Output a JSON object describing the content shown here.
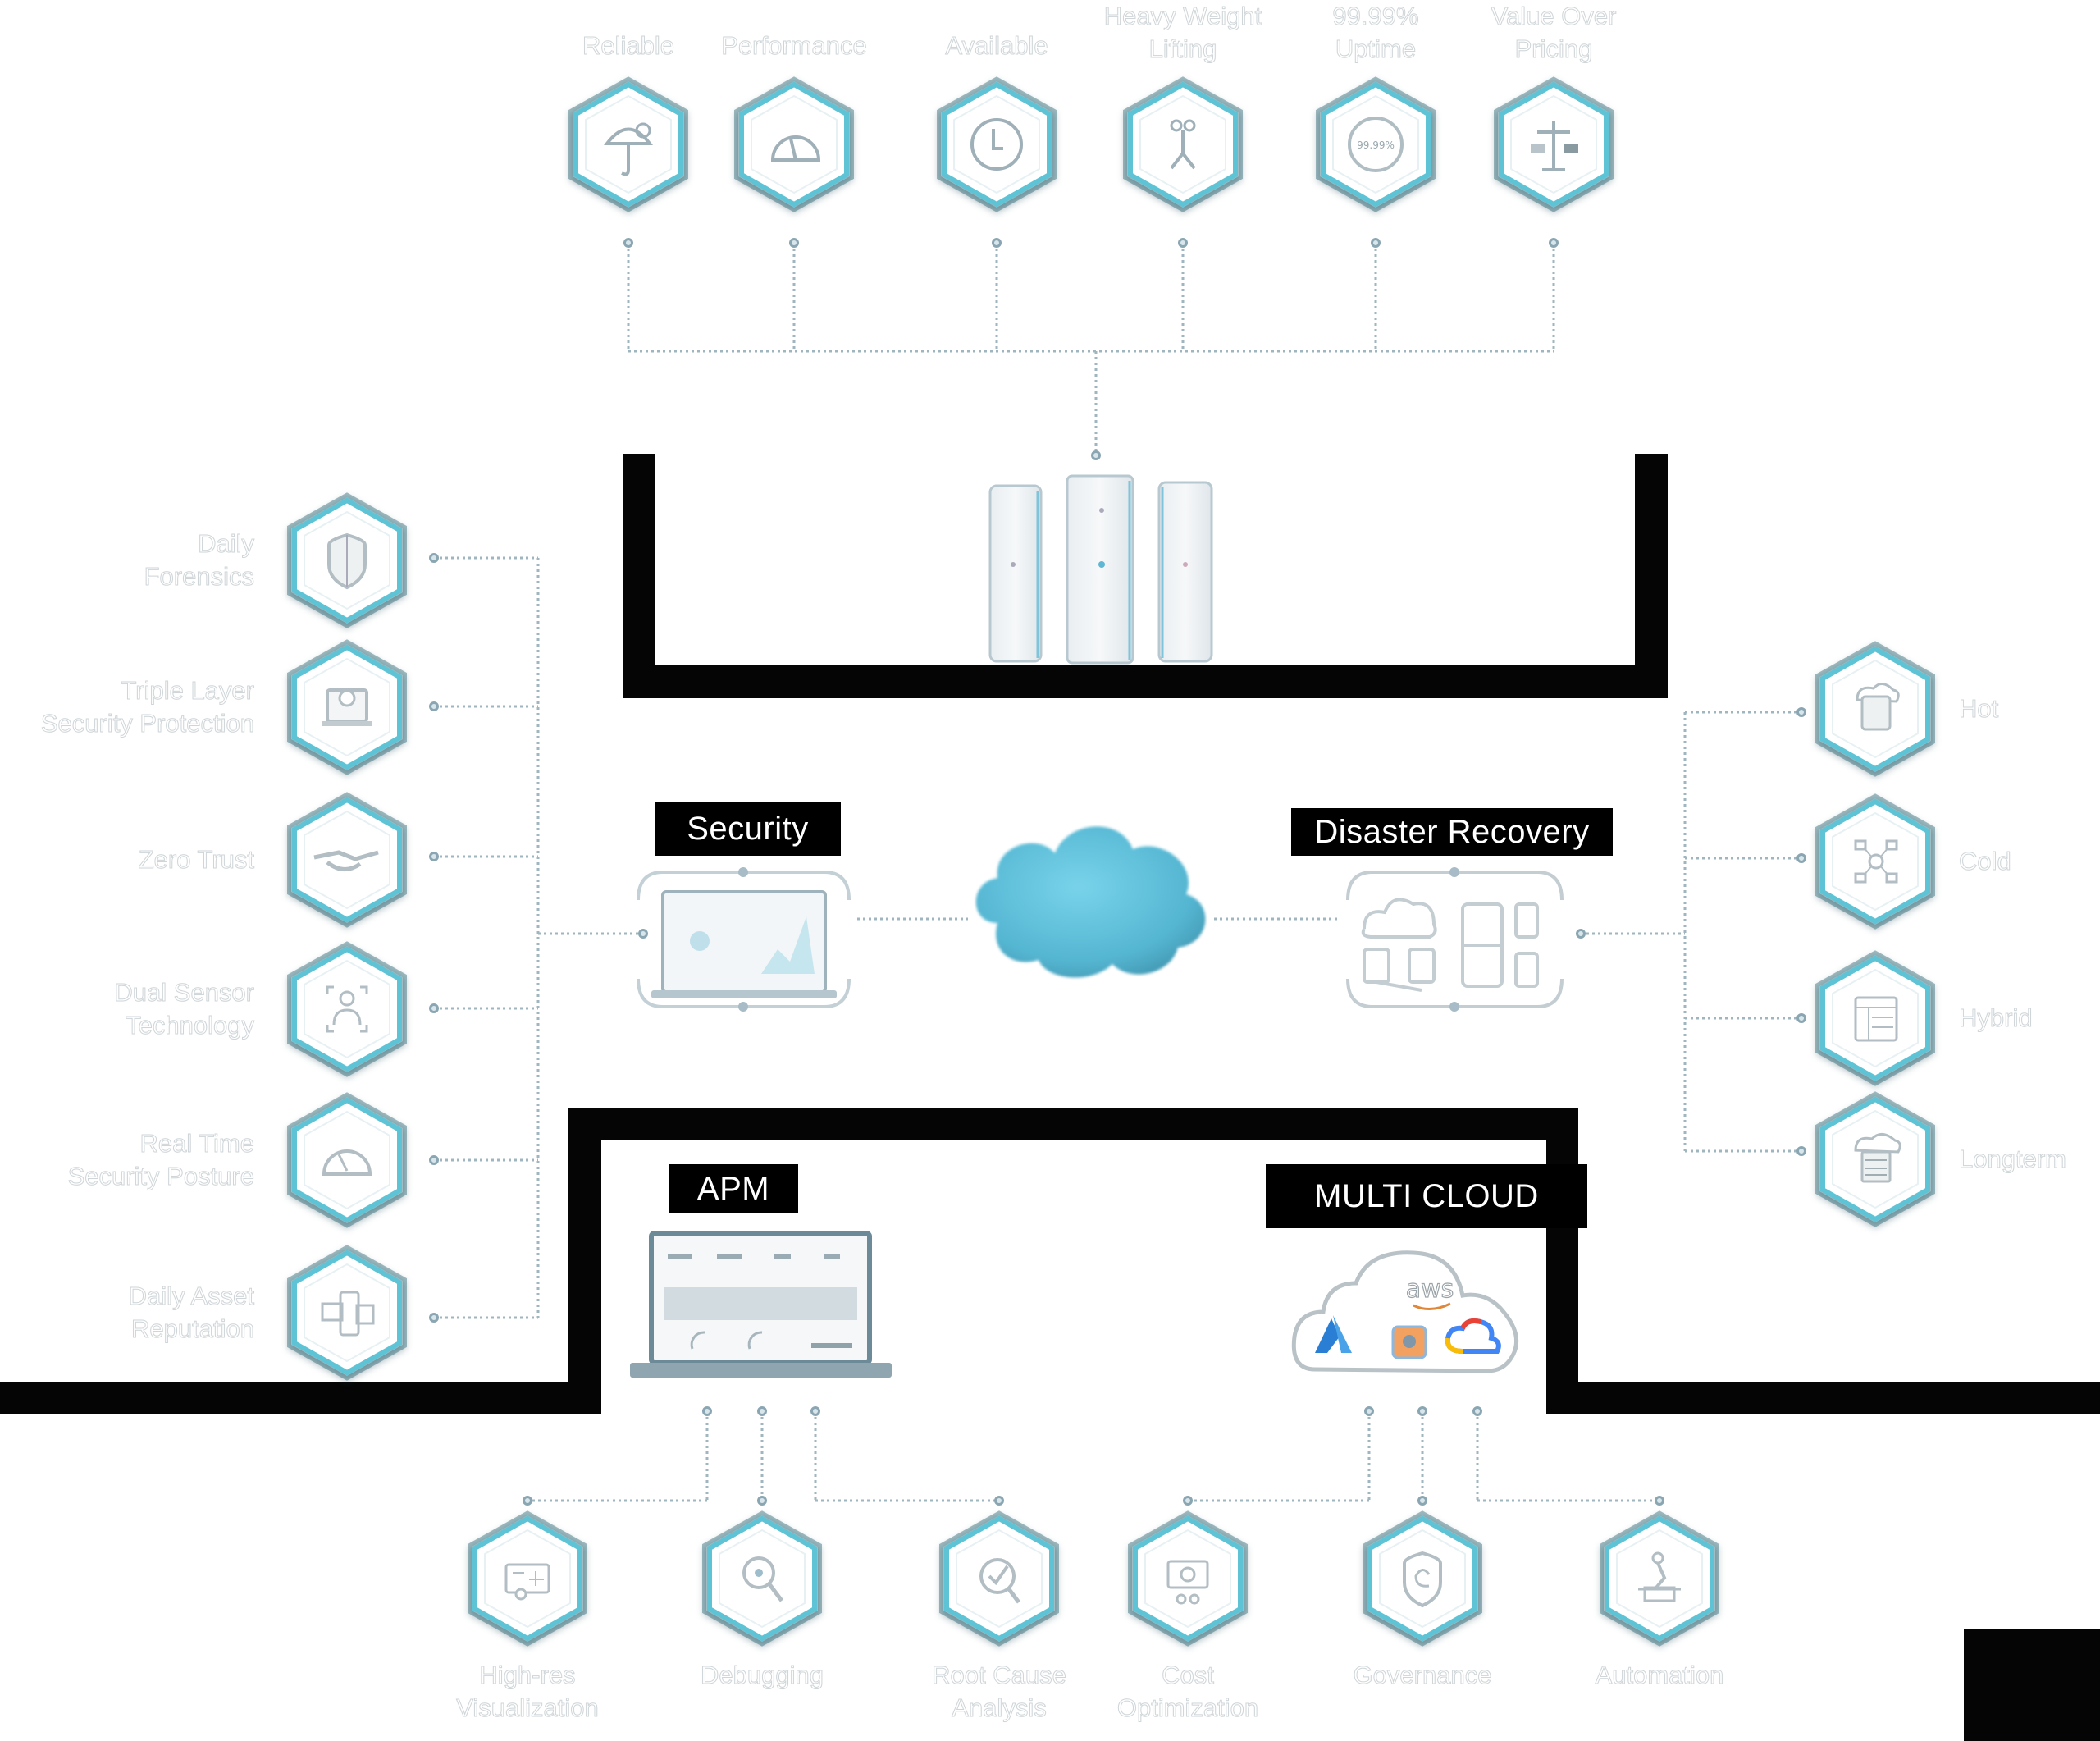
{
  "top_features": [
    {
      "label": "Reliable",
      "icon": "umbrella-icon"
    },
    {
      "label": "Performance",
      "icon": "speedometer-icon"
    },
    {
      "label": "Available",
      "icon": "clock-icon"
    },
    {
      "label": "Heavy Weight\nLifting",
      "icon": "lifting-figure-icon"
    },
    {
      "label": "99.99%\nUptime",
      "icon": "uptime-gauge-icon"
    },
    {
      "label": "Value Over\nPricing",
      "icon": "balance-scale-icon"
    }
  ],
  "security": {
    "title": "Security",
    "features": [
      {
        "label": "Daily\nForensics",
        "icon": "shield-icon"
      },
      {
        "label": "Triple Layer\nSecurity Protection",
        "icon": "laptop-lock-icon"
      },
      {
        "label": "Zero Trust",
        "icon": "handshake-icon"
      },
      {
        "label": "Dual Sensor\nTechnology",
        "icon": "face-scan-icon"
      },
      {
        "label": "Real Time\nSecurity Posture",
        "icon": "gauge-icon"
      },
      {
        "label": "Daily Asset\nReputation",
        "icon": "devices-icon"
      }
    ]
  },
  "disaster_recovery": {
    "title": "Disaster Recovery",
    "features": [
      {
        "label": "Hot",
        "icon": "cloud-server-icon"
      },
      {
        "label": "Cold",
        "icon": "network-nodes-icon"
      },
      {
        "label": "Hybrid",
        "icon": "dashboard-panel-icon"
      },
      {
        "label": "Longterm",
        "icon": "cloud-storage-icon"
      }
    ]
  },
  "apm": {
    "title": "APM",
    "features": [
      {
        "label": "High-res\nVisualization",
        "icon": "visualization-icon"
      },
      {
        "label": "Debugging",
        "icon": "magnifier-bug-icon"
      },
      {
        "label": "Root Cause\nAnalysis",
        "icon": "magnifier-check-icon"
      }
    ]
  },
  "multi_cloud": {
    "title": "MULTI CLOUD",
    "logo_text": "aws",
    "features": [
      {
        "label": "Cost\nOptimization",
        "icon": "money-cut-icon"
      },
      {
        "label": "Governance",
        "icon": "shield-e-icon"
      },
      {
        "label": "Automation",
        "icon": "robot-arm-icon"
      }
    ]
  },
  "colors": {
    "hex_stroke": "#5fc3d6",
    "hex_shadow": "#2f6a78",
    "cloud": "#5bbfd8",
    "frame": "#050505",
    "connector": "#9db4be"
  }
}
